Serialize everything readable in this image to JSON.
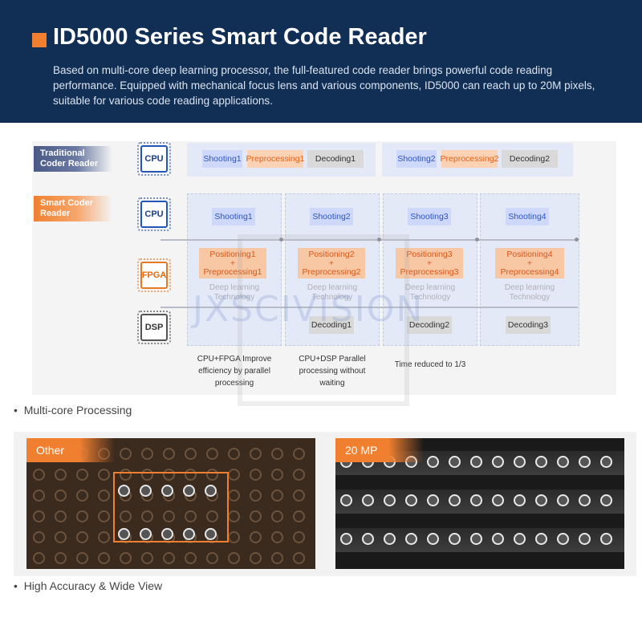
{
  "header": {
    "title": "ID5000 Series Smart Code Reader",
    "description": "Based on multi-core deep learning processor, the full-featured code reader brings powerful code reading performance. Equipped with mechanical focus lens and various components, ID5000 can reach up to 20M pixels, suitable for various code reading applications.",
    "accent_color": "#f08030",
    "background_color": "#112e55"
  },
  "diagram": {
    "traditional_label": "Traditional Coder Reader",
    "smart_label": "Smart Coder Reader",
    "chips": {
      "cpu": "CPU",
      "fpga": "FPGA",
      "dsp": "DSP"
    },
    "traditional_row": [
      {
        "shooting": "Shooting1",
        "preprocessing": "Preprocessing1",
        "decoding": "Decoding1"
      },
      {
        "shooting": "Shooting2",
        "preprocessing": "Preprocessing2",
        "decoding": "Decoding2"
      }
    ],
    "smart_shooting": [
      "Shooting1",
      "Shooting2",
      "Shooting3",
      "Shooting4"
    ],
    "smart_fpga": [
      {
        "line1": "Positioning1",
        "plus": "+",
        "line2": "Preprocessing1",
        "dl": "Deep learning Technology"
      },
      {
        "line1": "Positioning2",
        "plus": "+",
        "line2": "Preprocessing2",
        "dl": "Deep learning Technology"
      },
      {
        "line1": "Positioning3",
        "plus": "+",
        "line2": "Preprocessing3",
        "dl": "Deep learning Technology"
      },
      {
        "line1": "Positioning4",
        "plus": "+",
        "line2": "Preprocessing4",
        "dl": "Deep learning Technology"
      }
    ],
    "smart_dsp": [
      "Decoding1",
      "Decoding2",
      "Decoding3"
    ],
    "notes": {
      "cpu_fpga": "CPU+FPGA Improve efficiency by parallel processing",
      "cpu_dsp": "CPU+DSP Parallel processing without waiting",
      "time": "Time reduced to 1/3"
    },
    "watermark": "JXSCIVISION"
  },
  "bullets": {
    "multicore": "Multi-core Processing",
    "accuracy": "High Accuracy & Wide View"
  },
  "photos": {
    "other_label": "Other",
    "mp_label": "20 MP"
  }
}
